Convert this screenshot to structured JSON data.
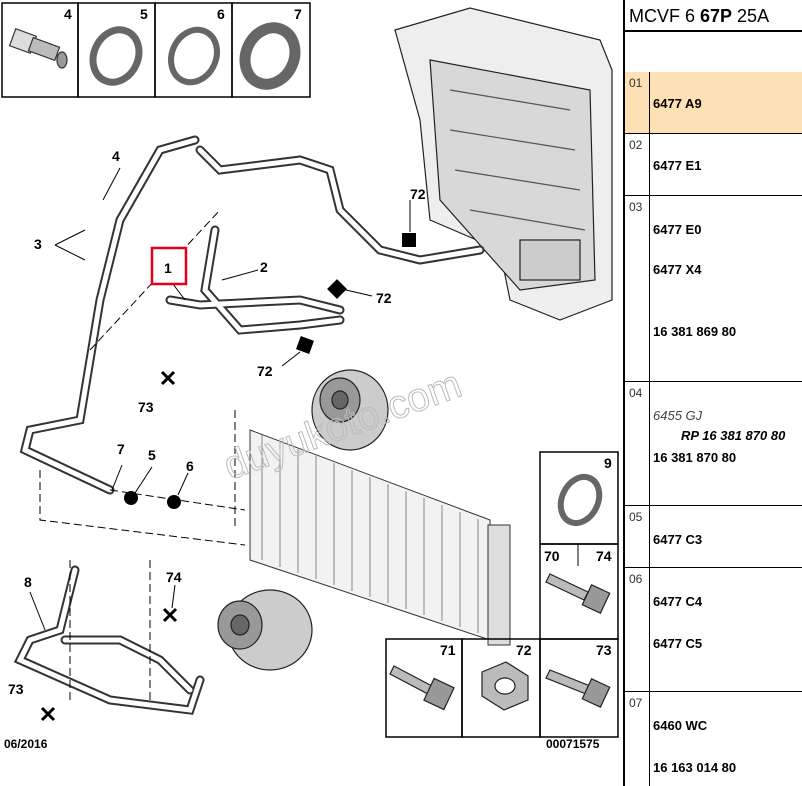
{
  "diagram": {
    "callouts": {
      "c1": "1",
      "c2": "2",
      "c3": "3",
      "c4": "4",
      "c5": "5",
      "c6": "6",
      "c7": "7",
      "c8": "8",
      "c72a": "72",
      "c72b": "72",
      "c72c": "72",
      "c73a": "73",
      "c73b": "73",
      "c74": "74"
    },
    "top_boxes": [
      "4",
      "5",
      "6",
      "7"
    ],
    "inset_boxes": [
      "9",
      "70",
      "74",
      "71",
      "72",
      "73"
    ],
    "date": "06/2016",
    "ref": "00071575",
    "watermark": "duyukoto.com"
  },
  "panel": {
    "title_a": "MCVF 6 ",
    "title_b": "67P",
    "title_c": " 25A",
    "rows": [
      {
        "num": "01",
        "lines": [
          "6477 A9"
        ]
      },
      {
        "num": "02",
        "lines": [
          "6477 E1"
        ]
      },
      {
        "num": "03",
        "lines": [
          "6477 E0",
          "6477 X4",
          "16 381 869 80"
        ]
      },
      {
        "num": "04",
        "lines": [
          "6455 GJ",
          "RP 16 381 870 80",
          "16 381 870 80"
        ]
      },
      {
        "num": "05",
        "lines": [
          "6477 C3"
        ]
      },
      {
        "num": "06",
        "lines": [
          "6477 C4",
          "6477 C5"
        ]
      },
      {
        "num": "07",
        "lines": [
          "6460 WC",
          "16 163 014 80"
        ]
      }
    ]
  },
  "colors": {
    "highlight": "#fde0b3",
    "callout_box": "#e4001b"
  }
}
